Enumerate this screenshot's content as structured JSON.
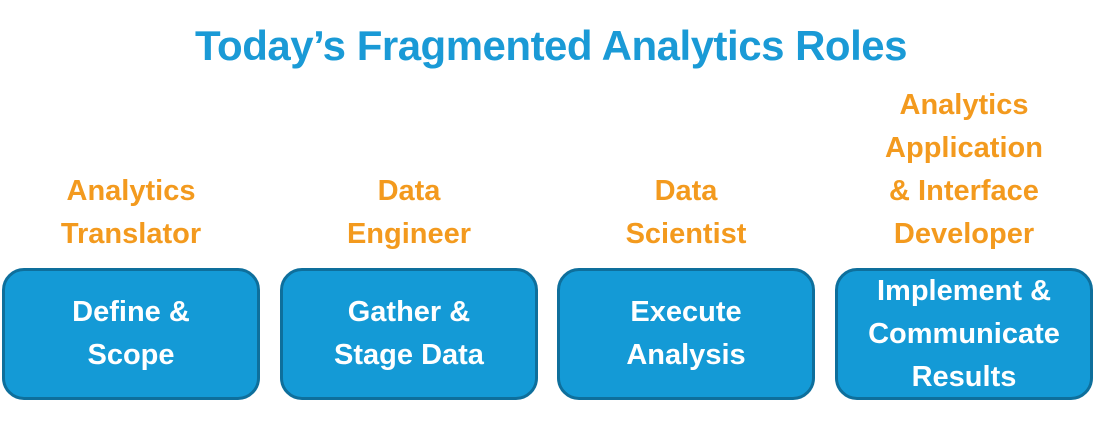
{
  "title": "Today’s Fragmented Analytics Roles",
  "colors": {
    "title": "#1a9ad6",
    "role_text": "#f39a1e",
    "box_fill": "#149ad6",
    "box_border": "#0e6f9c",
    "box_text": "#ffffff"
  },
  "columns": [
    {
      "role_lines": [
        "Analytics",
        "Translator"
      ],
      "task_lines": [
        "Define &",
        "Scope"
      ]
    },
    {
      "role_lines": [
        "Data",
        "Engineer"
      ],
      "task_lines": [
        "Gather &",
        "Stage Data"
      ]
    },
    {
      "role_lines": [
        "Data",
        "Scientist"
      ],
      "task_lines": [
        "Execute",
        "Analysis"
      ]
    },
    {
      "role_lines": [
        "Analytics",
        "Application",
        "& Interface",
        "Developer"
      ],
      "task_lines": [
        "Implement &",
        "Communicate",
        "Results"
      ]
    }
  ]
}
